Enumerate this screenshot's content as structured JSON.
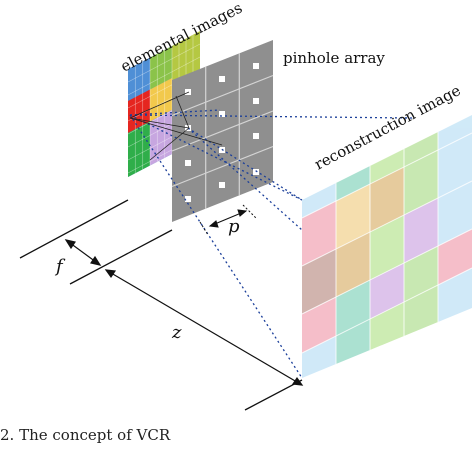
{
  "labels": {
    "elemental": "elemental images",
    "pinhole": "pinhole array",
    "reconstruction": "reconstruction image",
    "f": "f",
    "p": "p",
    "z": "z"
  },
  "caption": "2.   The concept of VCR",
  "colors": {
    "panel_gray": "#8f8f8f",
    "pinhole_white": "#ffffff",
    "ray_blue": "#1b3f9a",
    "elemental_blocks": [
      "#4f8fd6",
      "#8bc34a",
      "#f2c94c",
      "#e52620",
      "#c7a6e0",
      "#b5c842",
      "#2fae4a",
      "#e17ec9",
      "#2fd0d8"
    ],
    "reconstruction_tint": [
      "#c8e6f7",
      "#9ddcc9",
      "#f4b3c0",
      "#f4d9a0",
      "#c5e9a6",
      "#c9a7a0",
      "#e2c28c",
      "#bfe5a5",
      "#d8b9e8"
    ]
  }
}
